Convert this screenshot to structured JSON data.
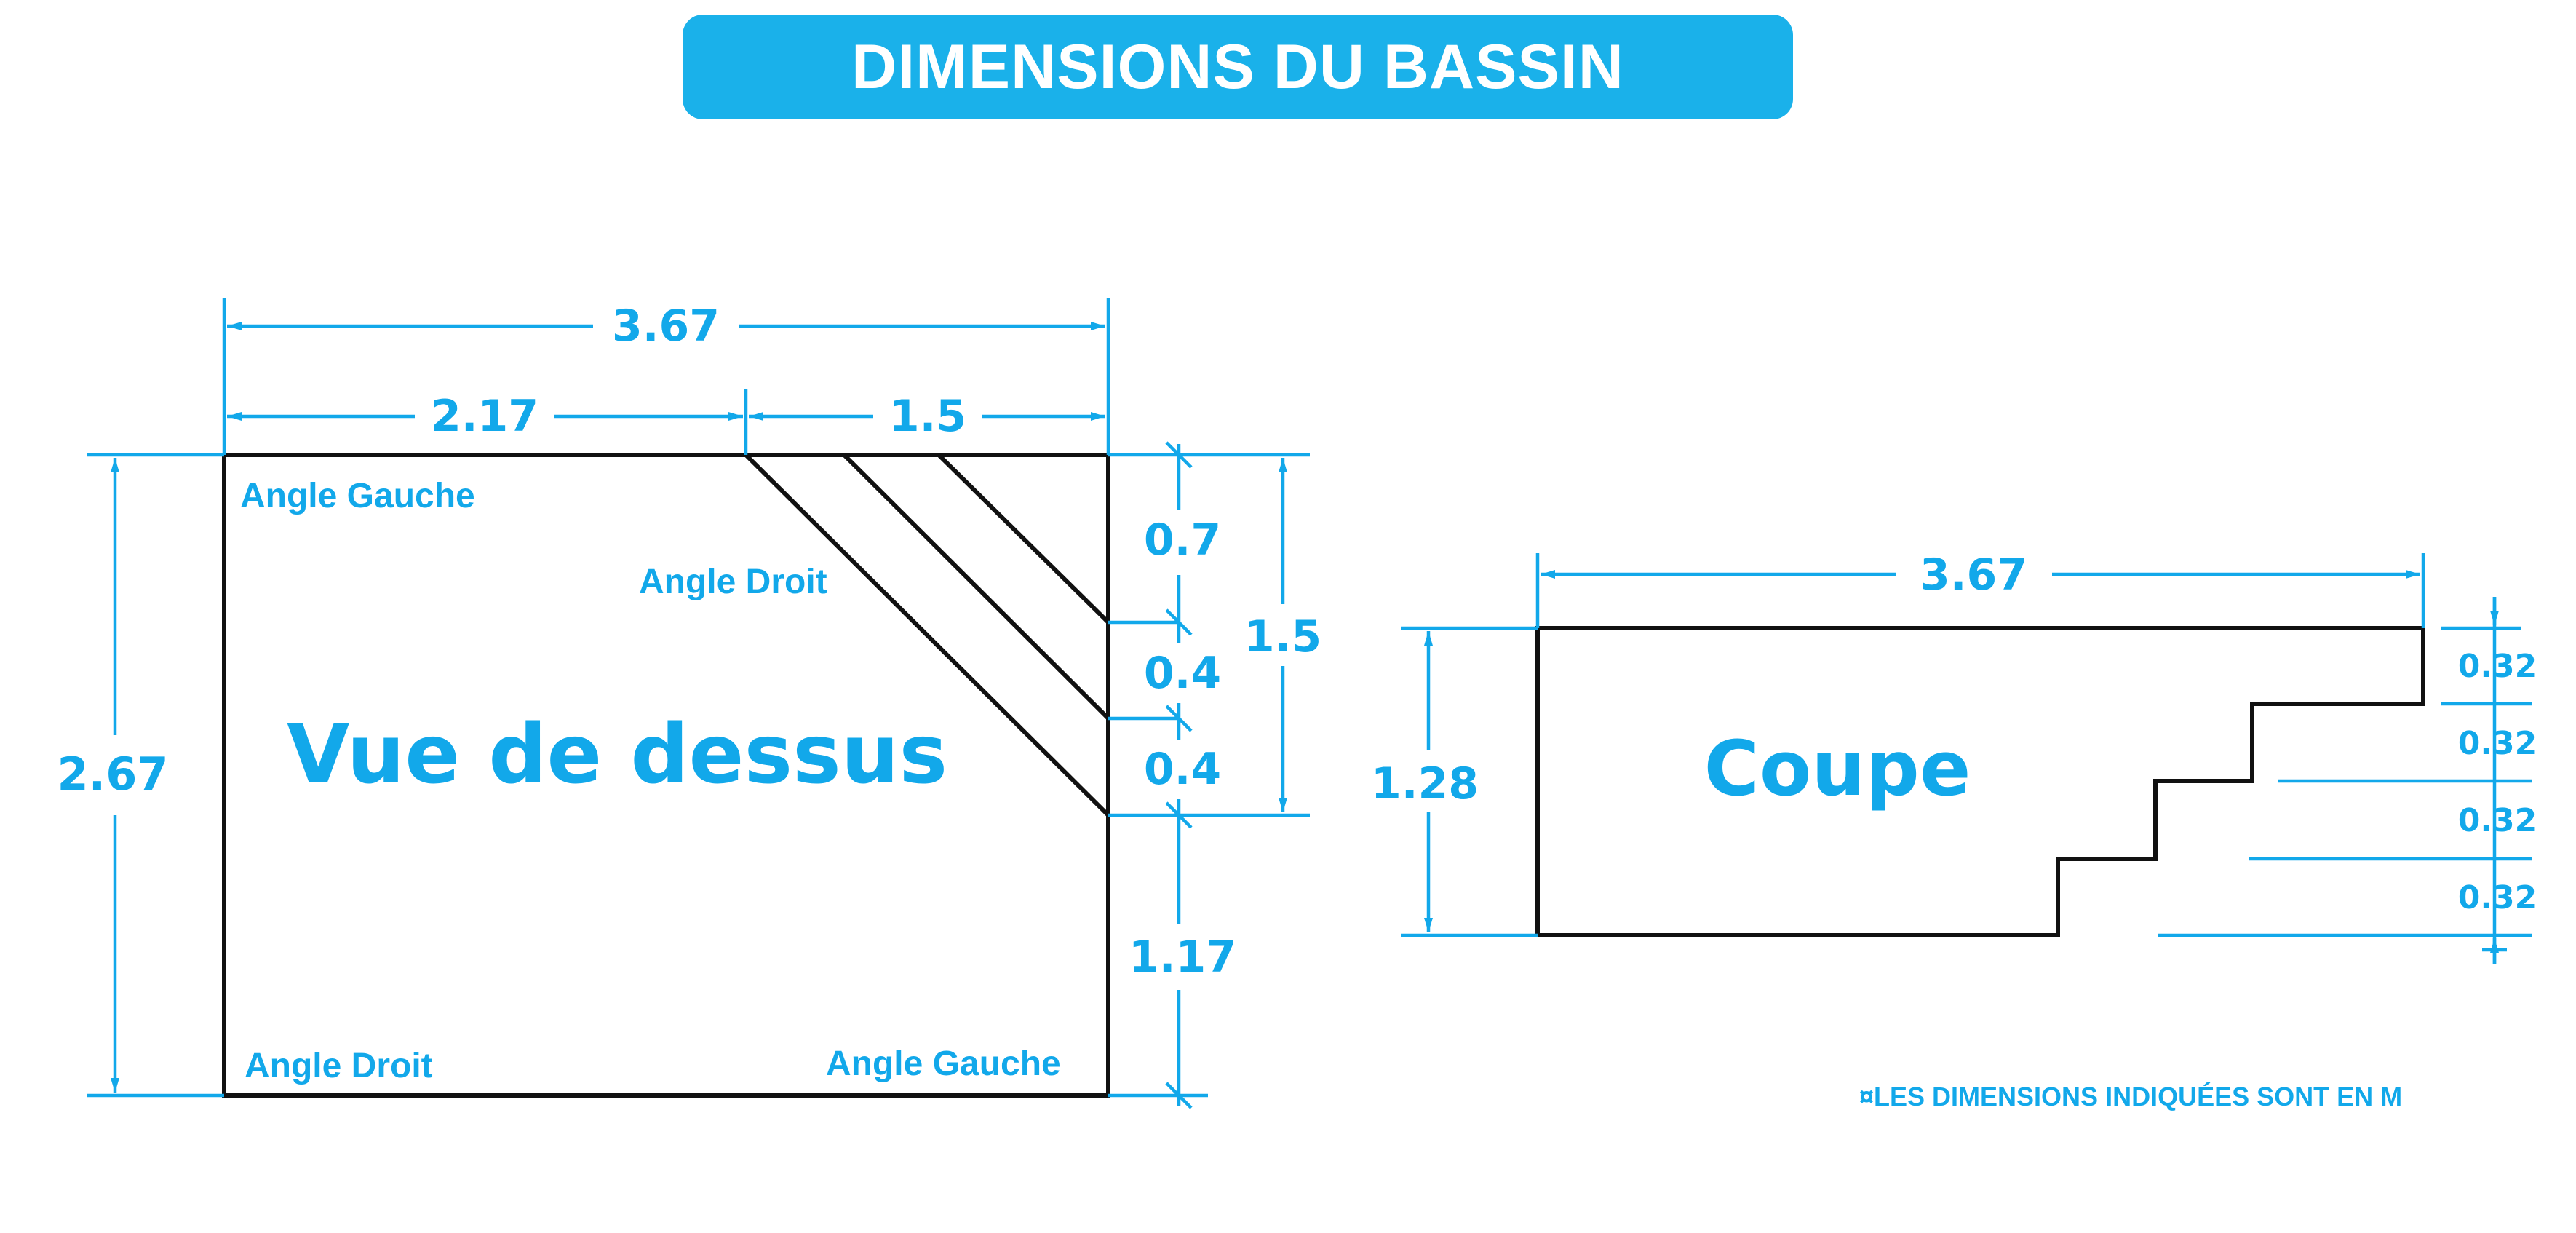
{
  "title": "DIMENSIONS DU BASSIN",
  "top_view": {
    "name": "Vue de dessus",
    "labels": {
      "top_left": "Angle Gauche",
      "diagonal": "Angle Droit",
      "bottom_left": "Angle Droit",
      "bottom_right": "Angle Gauche"
    },
    "dimensions": {
      "total_length": "3.67",
      "left_length": "2.17",
      "right_length": "1.5",
      "width": "2.67",
      "step_1": "0.7",
      "step_2": "0.4",
      "step_3": "0.4",
      "steps_total": "1.5",
      "remaining": "1.17"
    }
  },
  "section_view": {
    "name": "Coupe",
    "dimensions": {
      "length": "3.67",
      "depth": "1.28",
      "step_1": "0.32",
      "step_2": "0.32",
      "step_3": "0.32",
      "step_4": "0.32"
    }
  },
  "note": "¤LES DIMENSIONS INDIQUÉES SONT EN M",
  "colors": {
    "accent": "#1ab1ea",
    "dimension": "#12a8ea",
    "outline": "#111111"
  }
}
